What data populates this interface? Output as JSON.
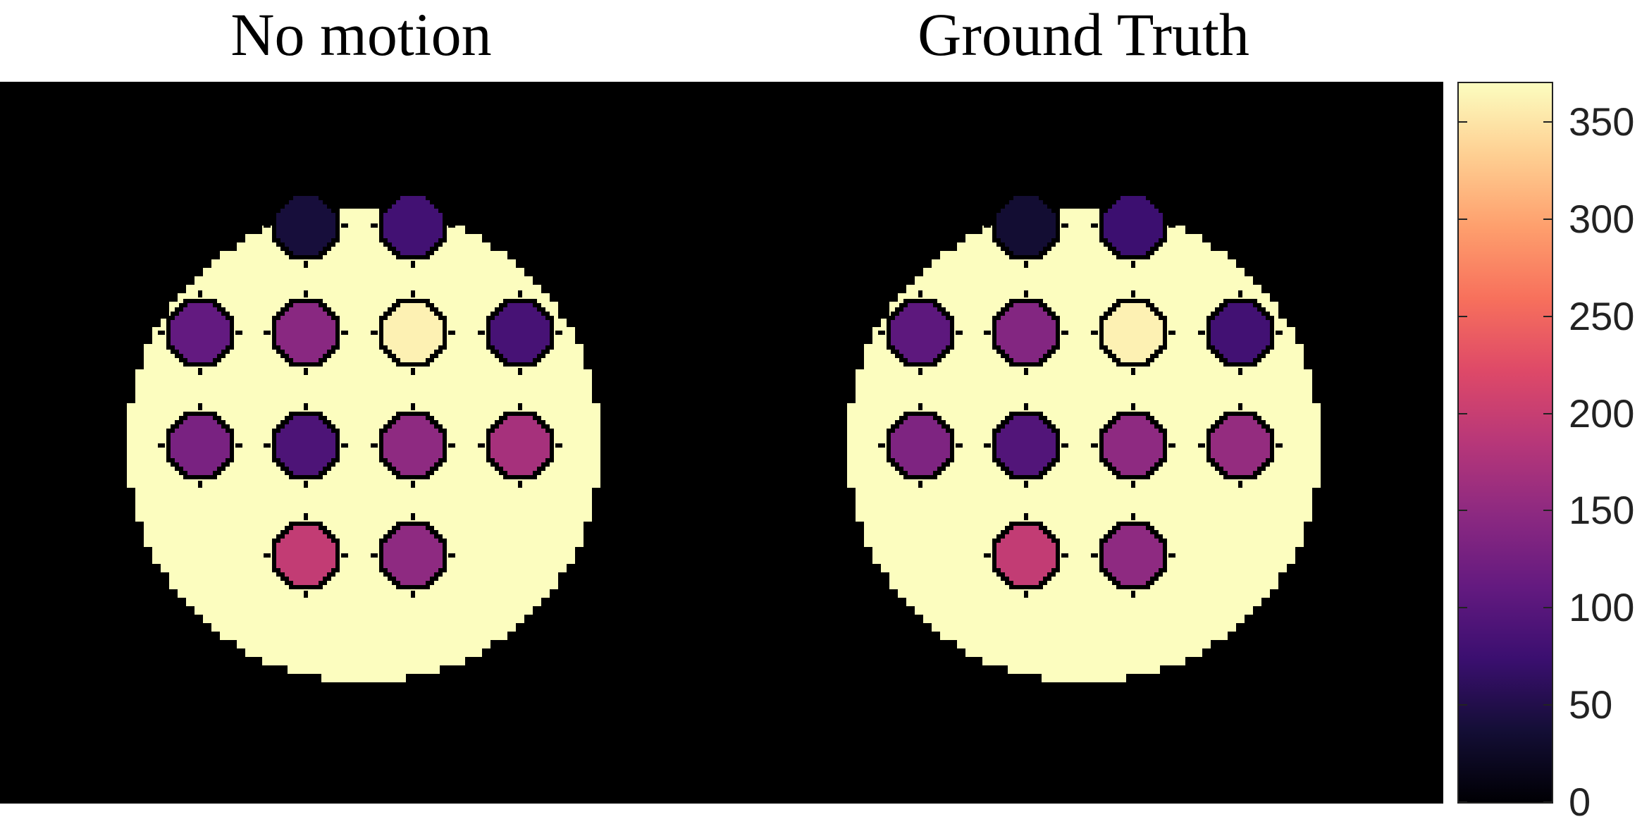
{
  "panels": [
    {
      "title": "No motion",
      "vials": [
        {
          "row": 0,
          "col": 1,
          "value": 40
        },
        {
          "row": 0,
          "col": 2,
          "value": 80
        },
        {
          "row": 1,
          "col": 0,
          "value": 110
        },
        {
          "row": 1,
          "col": 1,
          "value": 145
        },
        {
          "row": 1,
          "col": 2,
          "value": 360
        },
        {
          "row": 1,
          "col": 3,
          "value": 85
        },
        {
          "row": 2,
          "col": 0,
          "value": 130
        },
        {
          "row": 2,
          "col": 1,
          "value": 90
        },
        {
          "row": 2,
          "col": 2,
          "value": 150
        },
        {
          "row": 2,
          "col": 3,
          "value": 170
        },
        {
          "row": 3,
          "col": 1,
          "value": 195
        },
        {
          "row": 3,
          "col": 2,
          "value": 150
        }
      ]
    },
    {
      "title": "Ground Truth",
      "vials": [
        {
          "row": 0,
          "col": 1,
          "value": 35
        },
        {
          "row": 0,
          "col": 2,
          "value": 75
        },
        {
          "row": 1,
          "col": 0,
          "value": 105
        },
        {
          "row": 1,
          "col": 1,
          "value": 140
        },
        {
          "row": 1,
          "col": 2,
          "value": 360
        },
        {
          "row": 1,
          "col": 3,
          "value": 80
        },
        {
          "row": 2,
          "col": 0,
          "value": 135
        },
        {
          "row": 2,
          "col": 1,
          "value": 95
        },
        {
          "row": 2,
          "col": 2,
          "value": 150
        },
        {
          "row": 2,
          "col": 3,
          "value": 155
        },
        {
          "row": 3,
          "col": 1,
          "value": 195
        },
        {
          "row": 3,
          "col": 2,
          "value": 150
        }
      ]
    }
  ],
  "background_value": 370,
  "colorbar": {
    "colormap": "magma",
    "range": [
      0,
      370
    ],
    "ticks": [
      {
        "value": 0,
        "label": "0"
      },
      {
        "value": 50,
        "label": "50"
      },
      {
        "value": 100,
        "label": "100"
      },
      {
        "value": 150,
        "label": "150"
      },
      {
        "value": 200,
        "label": "200"
      },
      {
        "value": 250,
        "label": "250"
      },
      {
        "value": 300,
        "label": "300"
      },
      {
        "value": 350,
        "label": "350"
      }
    ],
    "stops": [
      {
        "pos": 0.0,
        "color": "#000004"
      },
      {
        "pos": 0.1,
        "color": "#140e36"
      },
      {
        "pos": 0.2,
        "color": "#3b0f70"
      },
      {
        "pos": 0.3,
        "color": "#641a80"
      },
      {
        "pos": 0.4,
        "color": "#8c2981"
      },
      {
        "pos": 0.5,
        "color": "#b73779"
      },
      {
        "pos": 0.6,
        "color": "#de4968"
      },
      {
        "pos": 0.7,
        "color": "#f7705c"
      },
      {
        "pos": 0.8,
        "color": "#fe9f6d"
      },
      {
        "pos": 0.9,
        "color": "#fecf92"
      },
      {
        "pos": 1.0,
        "color": "#fcfdbf"
      }
    ]
  },
  "colors": {
    "image_background": "#000000",
    "vial_outline": "#000000",
    "phantom_fill": "#fbeab3"
  }
}
